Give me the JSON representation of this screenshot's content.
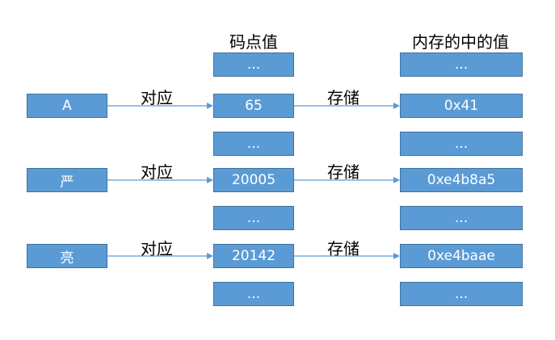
{
  "headers": {
    "code_point": "码点值",
    "memory_value": "内存的中的值"
  },
  "rows": [
    {
      "char": "A",
      "map_label": "对应",
      "code_point": "65",
      "store_label": "存储",
      "memory": "0x41"
    },
    {
      "char": "严",
      "map_label": "对应",
      "code_point": "20005",
      "store_label": "存储",
      "memory": "0xe4b8a5"
    },
    {
      "char": "亮",
      "map_label": "对应",
      "code_point": "20142",
      "store_label": "存储",
      "memory": "0xe4baae"
    }
  ],
  "ellipsis": "...",
  "colors": {
    "box_fill": "#5b9bd5",
    "box_border": "#41719c",
    "arrow": "#5b9bd5"
  }
}
